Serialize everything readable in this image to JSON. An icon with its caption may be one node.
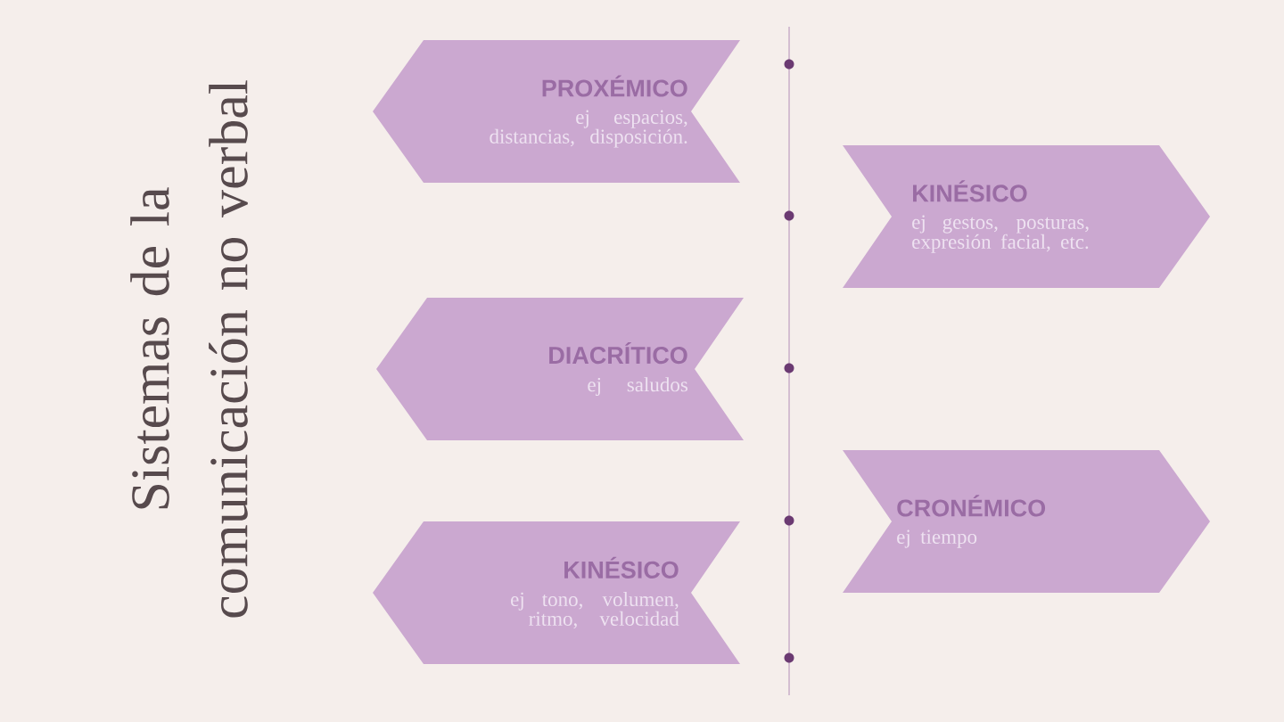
{
  "diagram": {
    "title": "Sistemas de la comunicación no verbal",
    "nodes": [
      {
        "text": [
          "PROXÉMICO",
          "ej espacios, distancias, disposición."
        ]
      },
      {
        "text": [
          "KINÉSICO",
          "ej gestos, posturas, expresión facial, etc."
        ]
      },
      {
        "text": [
          "DIACRÍTICO",
          "ej saludos"
        ]
      },
      {
        "text": [
          "CRONÉMICO",
          "ej tiempo"
        ]
      },
      {
        "text": [
          "KINÉSICO",
          "ej tono, volumen, ritmo, velocidad"
        ]
      }
    ]
  }
}
